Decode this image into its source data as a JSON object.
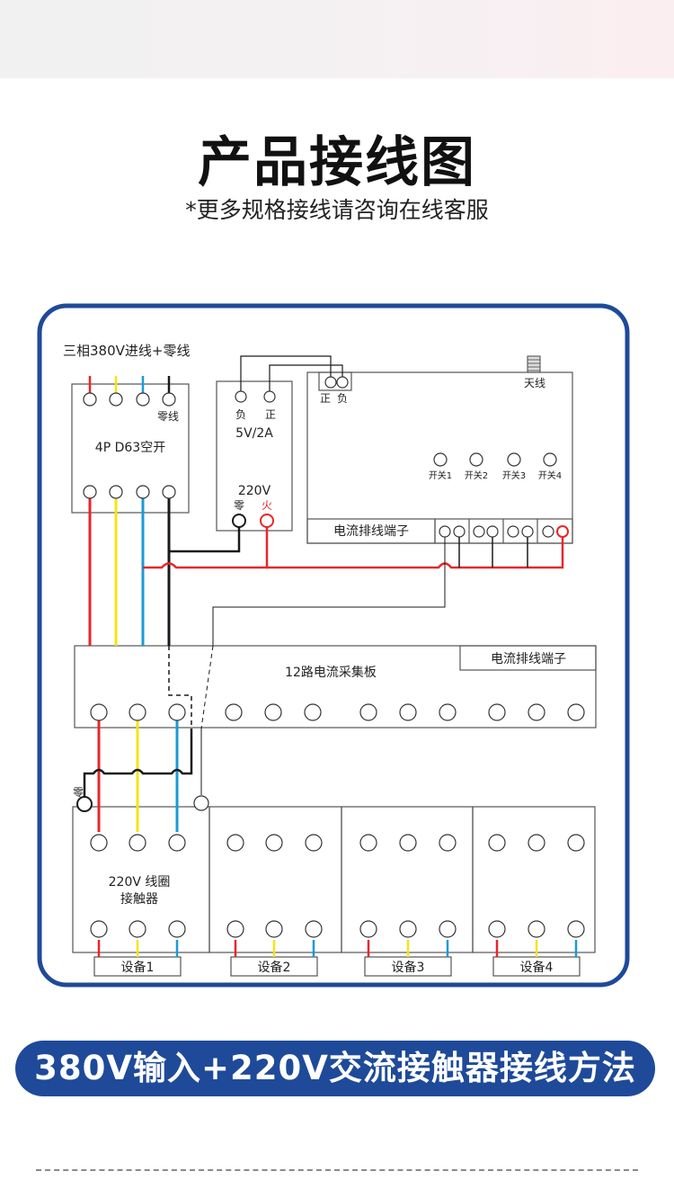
{
  "header": {
    "title": "产品接线图",
    "subtitle": "*更多规格接线请咨询在线客服"
  },
  "diagram": {
    "three_phase_label": "三相380V进线+零线",
    "neutral_label": "零线",
    "breaker_label": "4P D63空开",
    "psu_neg": "负",
    "psu_pos": "正",
    "psu_rating": "5V/2A",
    "psu_input": "220V",
    "psu_zero": "零",
    "psu_fire": "火",
    "module_pos": "正",
    "module_neg": "负",
    "antenna": "天线",
    "switches": [
      "开关1",
      "开关2",
      "开关3",
      "开关4"
    ],
    "module_terminal": "电流排线端子",
    "board_label": "12路电流采集板",
    "board_terminal": "电流排线端子",
    "zero_mark": "零",
    "contactor_line1": "220V 线圈",
    "contactor_line2": "接触器",
    "devices": [
      "设备1",
      "设备2",
      "设备3",
      "设备4"
    ],
    "colors": {
      "frame": "#1e4a99",
      "red": "#e8262a",
      "yellow": "#f5e416",
      "blue": "#1b9ad6",
      "black": "#1a1a1a"
    }
  },
  "footer": {
    "banner": "380V输入+220V交流接触器接线方法"
  }
}
